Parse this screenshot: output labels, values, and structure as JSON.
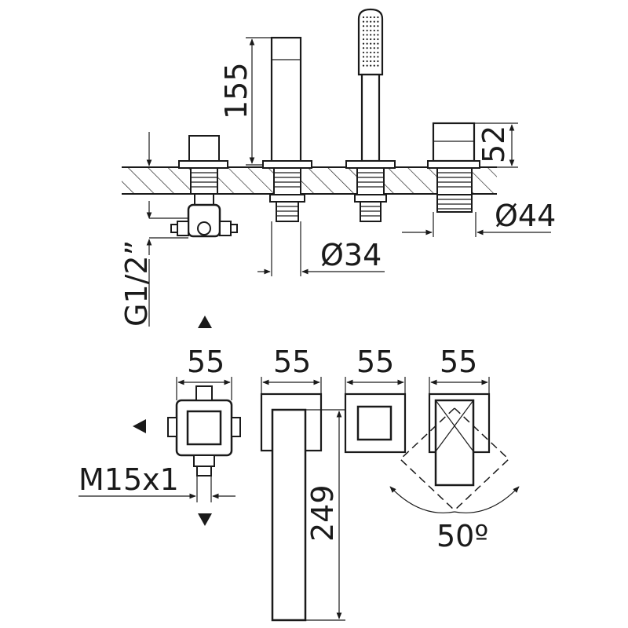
{
  "dimensions": {
    "handle_height": "155",
    "diverter_height": "52",
    "spout_base_diameter": "Ø34",
    "cap_diameter": "Ø44",
    "thread": "G1/2”",
    "top_width_1": "55",
    "top_width_2": "55",
    "top_width_3": "55",
    "top_width_4": "55",
    "spout_length": "249",
    "connector": "M15x1",
    "rotation": "50º"
  }
}
